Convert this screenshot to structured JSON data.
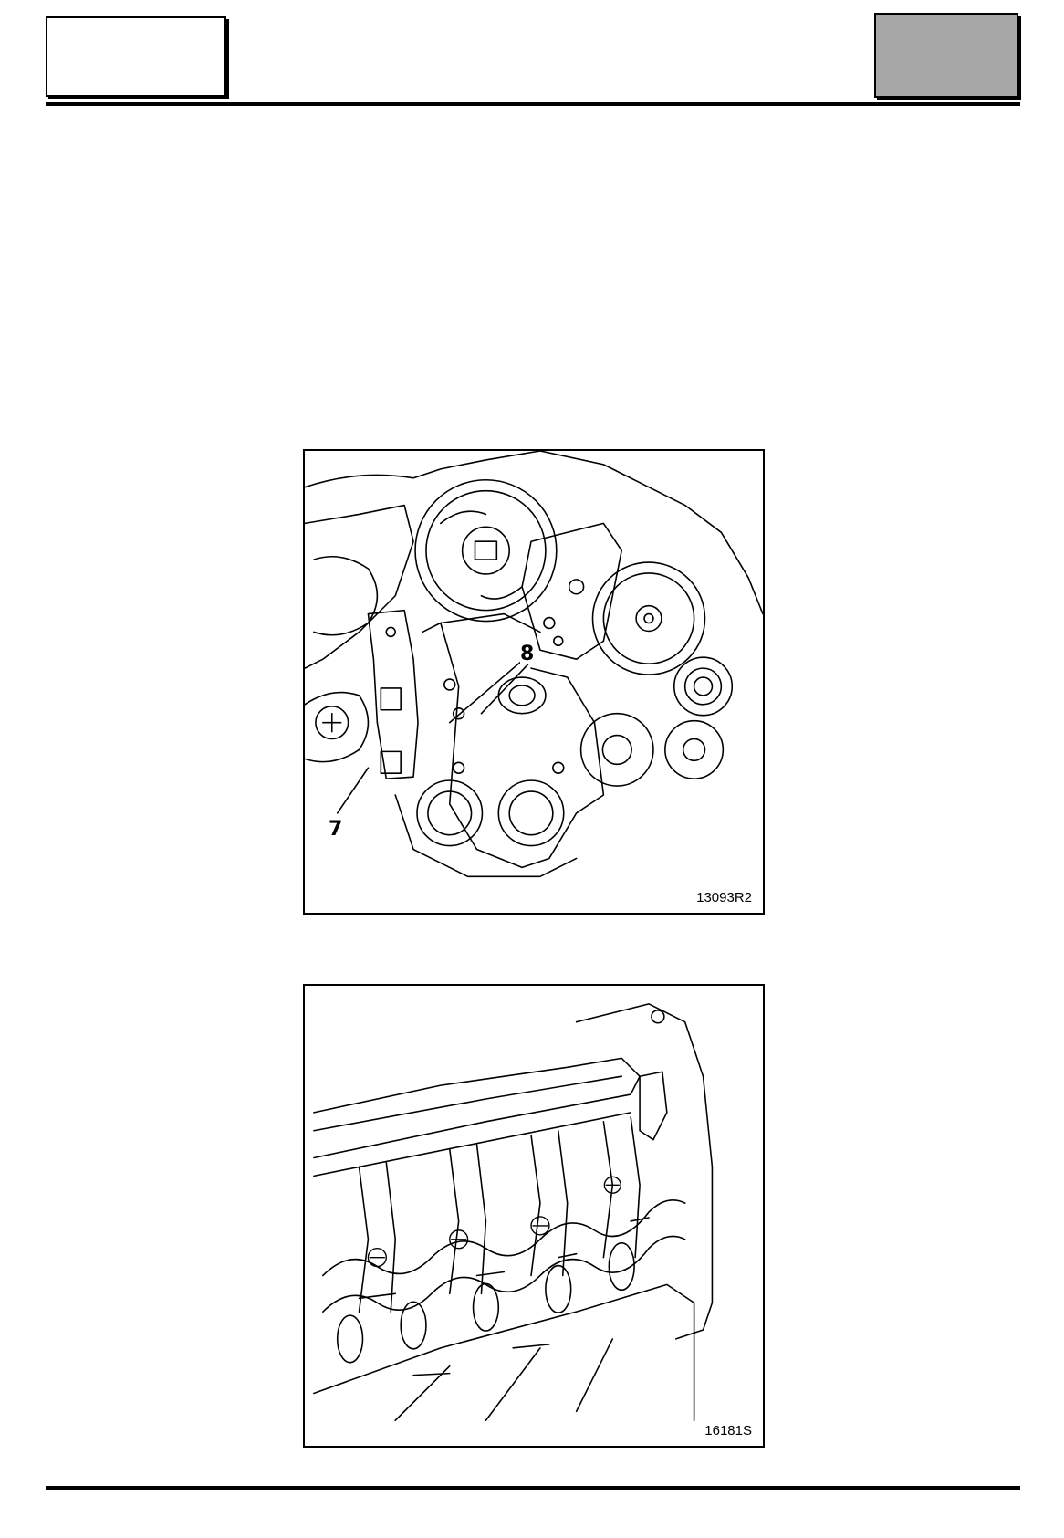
{
  "header": {
    "left_box_text": "",
    "right_box_text": ""
  },
  "figures": [
    {
      "reference": "13093R2",
      "callouts": [
        "7",
        "8"
      ],
      "icon": "engine-timing-belt-illustration"
    },
    {
      "reference": "16181S",
      "callouts": [],
      "icon": "inlet-manifold-illustration"
    }
  ],
  "colors": {
    "line": "#000000",
    "grey_box": "#a6a6a6"
  }
}
